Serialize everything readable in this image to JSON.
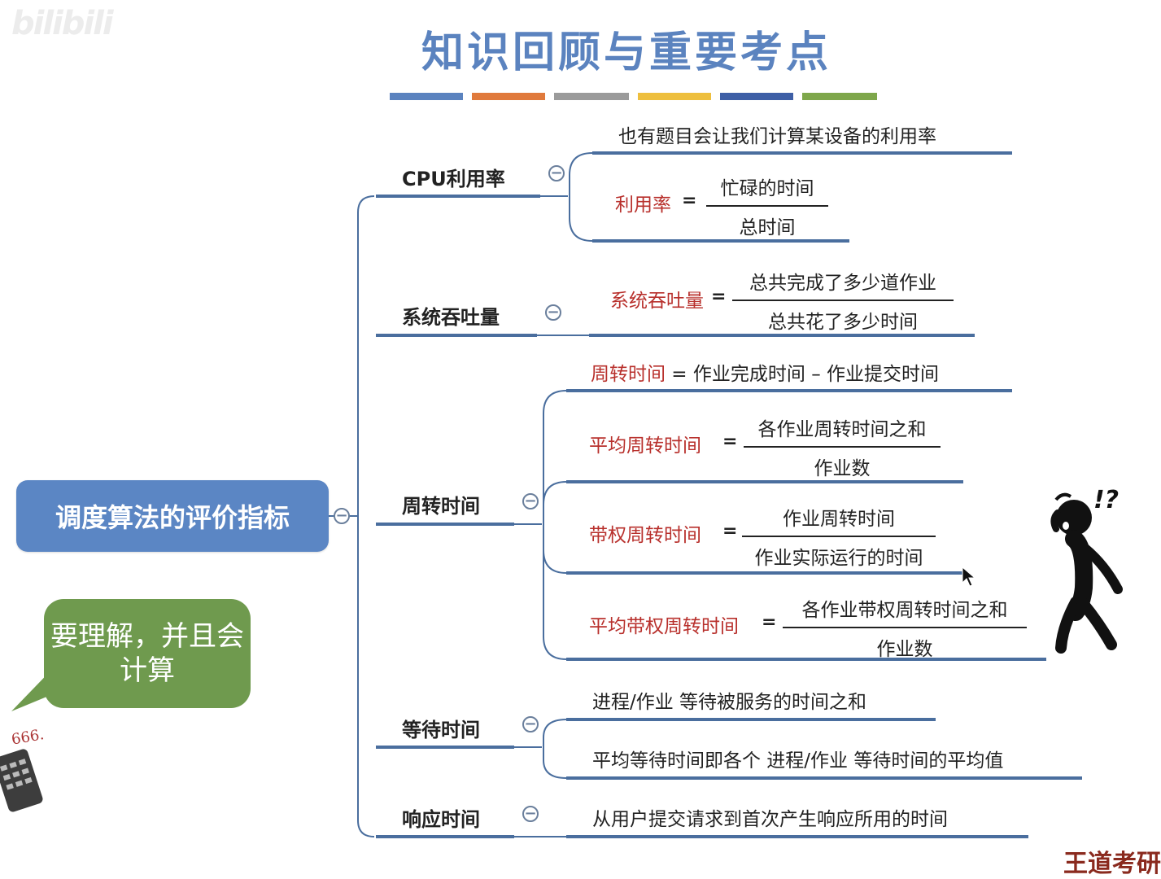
{
  "logo": "bilibili",
  "title": "知识回顾与重要考点",
  "title_bar_colors": [
    "#5b83bf",
    "#e07a3c",
    "#9b9b9b",
    "#eebf3e",
    "#3e5fa6",
    "#7ea74b"
  ],
  "root_label": "调度算法的评价指标",
  "collapse_symbol": "−",
  "bubble_text": "要理解，并且会计算",
  "footer_text": "王道考研",
  "branches": {
    "cpu": {
      "label": "CPU利用率",
      "leaf1": "也有题目会让我们计算某设备的利用率",
      "formula": {
        "name": "利用率",
        "eq": "=",
        "num": "忙碌的时间",
        "den": "总时间"
      }
    },
    "throughput": {
      "label": "系统吞吐量",
      "formula": {
        "name": "系统吞吐量",
        "eq": "=",
        "num": "总共完成了多少道作业",
        "den": "总共花了多少时间"
      }
    },
    "turnaround": {
      "label": "周转时间",
      "def": {
        "name": "周转时间",
        "rest": " = 作业完成时间 – 作业提交时间"
      },
      "avg": {
        "name": "平均周转时间",
        "eq": "=",
        "num": "各作业周转时间之和",
        "den": "作业数"
      },
      "weighted": {
        "name": "带权周转时间",
        "eq": "=",
        "num": "作业周转时间",
        "den": "作业实际运行的时间"
      },
      "avg_weighted": {
        "name": "平均带权周转时间",
        "eq": "=",
        "num": "各作业带权周转时间之和",
        "den": "作业数"
      }
    },
    "waiting": {
      "label": "等待时间",
      "leaf1": "进程/作业 等待被服务的时间之和",
      "leaf2": "平均等待时间即各个 进程/作业 等待时间的平均值"
    },
    "response": {
      "label": "响应时间",
      "leaf1": "从用户提交请求到首次产生响应所用的时间"
    }
  },
  "figure_text": "!?",
  "calc_text": "666."
}
